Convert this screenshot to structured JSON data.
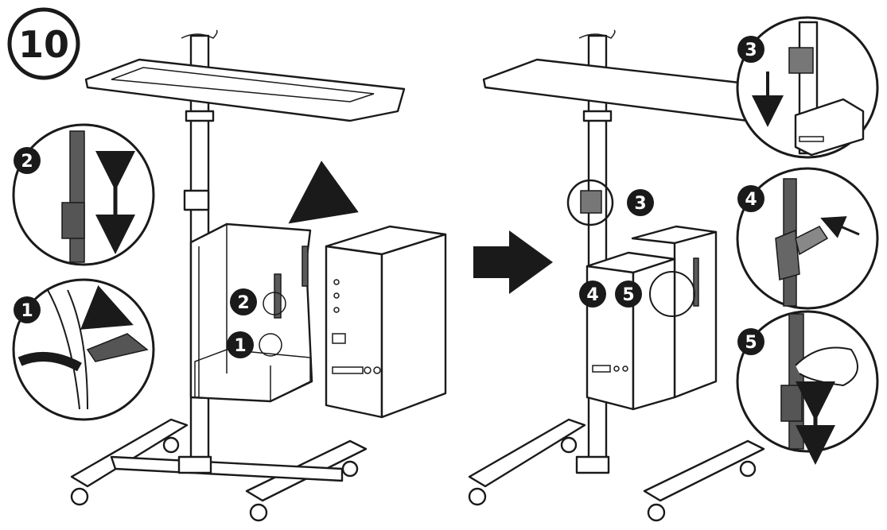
{
  "step_number": "10",
  "callouts": {
    "left_detail_2": "2",
    "left_detail_1": "1",
    "left_marker_2": "2",
    "left_marker_1": "1",
    "right_marker_3": "3",
    "right_marker_4": "4",
    "right_marker_5": "5",
    "right_detail_3": "3",
    "right_detail_4": "4",
    "right_detail_5": "5"
  },
  "icons": {
    "arrow": "arrow-right-icon",
    "rotate": "curved-arrow-icon",
    "updown": "double-arrow-icon"
  },
  "colors": {
    "ink": "#1a1a1a",
    "strap": "#5a5a5a",
    "background": "#ffffff"
  }
}
